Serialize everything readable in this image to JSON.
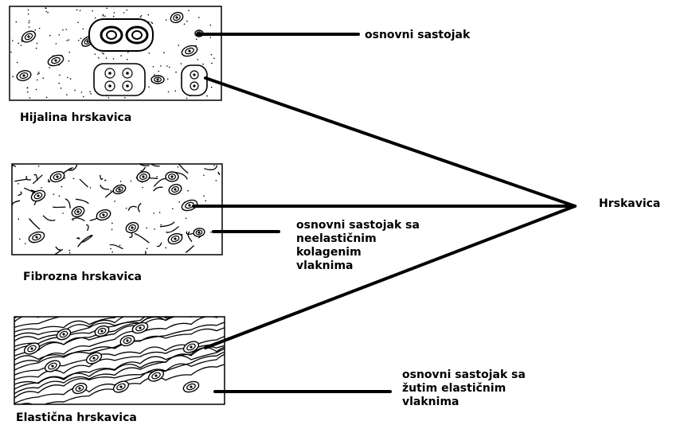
{
  "panels": [
    {
      "caption": "Hijalina hrskavica"
    },
    {
      "caption": "Fibrozna hrskavica"
    },
    {
      "caption": "Elastična hrskavica"
    }
  ],
  "labels": {
    "hyaline_matrix": "osnovni sastojak",
    "fibrous_matrix": [
      "osnovni sastojak sa",
      "neelastičnim",
      "kolagenim",
      "vlaknima"
    ],
    "elastic_matrix": [
      "osnovni sastojak sa",
      "žutim elastičnim",
      "vlaknima"
    ],
    "root": "Hrskavica"
  },
  "colors": {
    "ink": "#000000",
    "background": "#ffffff"
  }
}
